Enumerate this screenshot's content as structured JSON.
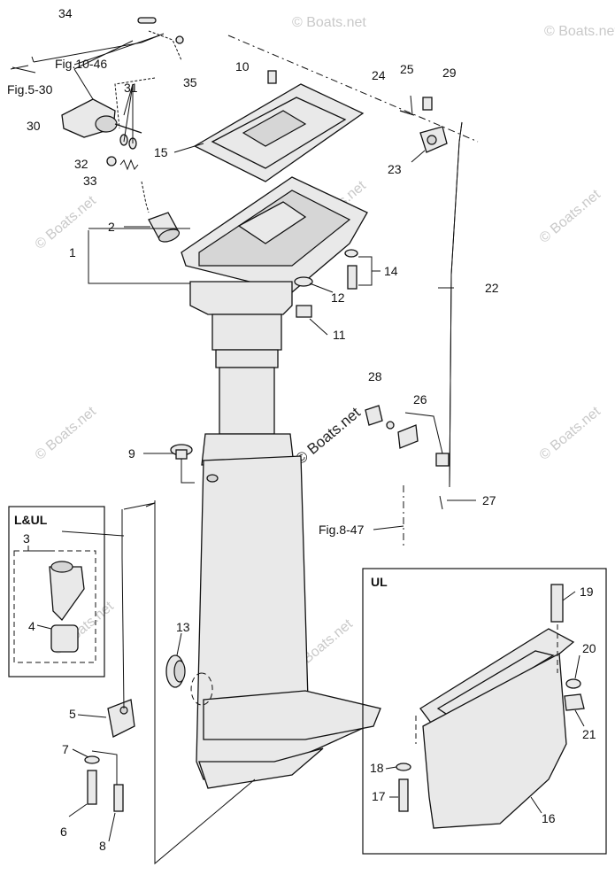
{
  "callouts": {
    "c1": "1",
    "c2": "2",
    "c3": "3",
    "c4": "4",
    "c5": "5",
    "c6": "6",
    "c7": "7",
    "c8": "8",
    "c9": "9",
    "c10": "10",
    "c11": "11",
    "c12": "12",
    "c13": "13",
    "c14": "14",
    "c15": "15",
    "c16": "16",
    "c17": "17",
    "c18": "18",
    "c19": "19",
    "c20": "20",
    "c21": "21",
    "c22": "22",
    "c23": "23",
    "c24": "24",
    "c25": "25",
    "c26": "26",
    "c27": "27",
    "c28": "28",
    "c29": "29",
    "c30": "30",
    "c31": "31",
    "c32": "32",
    "c33": "33",
    "c34": "34",
    "c35": "35"
  },
  "references": {
    "fig_10_46": "Fig.10-46",
    "fig_5_30": "Fig.5-30",
    "fig_8_47": "Fig.8-47"
  },
  "insets": {
    "l_ul": "L&UL",
    "ul": "UL"
  },
  "watermarks": {
    "text": "© Boats.net"
  }
}
